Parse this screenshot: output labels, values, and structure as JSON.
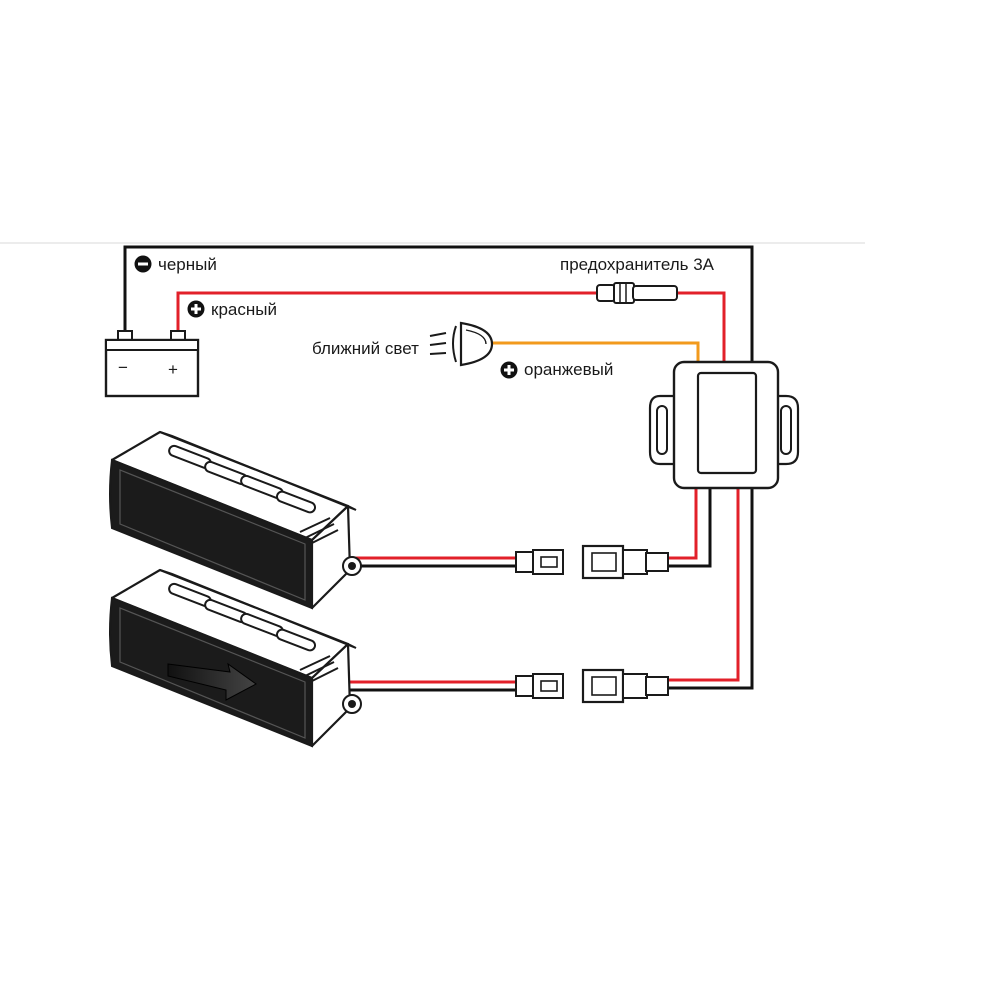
{
  "labels": {
    "black": "черный",
    "red": "красный",
    "fuse": "предохранитель 3А",
    "low_beam": "ближний свет",
    "orange": "оранжевый"
  },
  "battery": {
    "minus": "−",
    "plus": "+"
  },
  "colors": {
    "red_wire": "#e2202a",
    "black_wire": "#111111",
    "orange_wire": "#f29a1c",
    "line": "#1a1a1a"
  }
}
